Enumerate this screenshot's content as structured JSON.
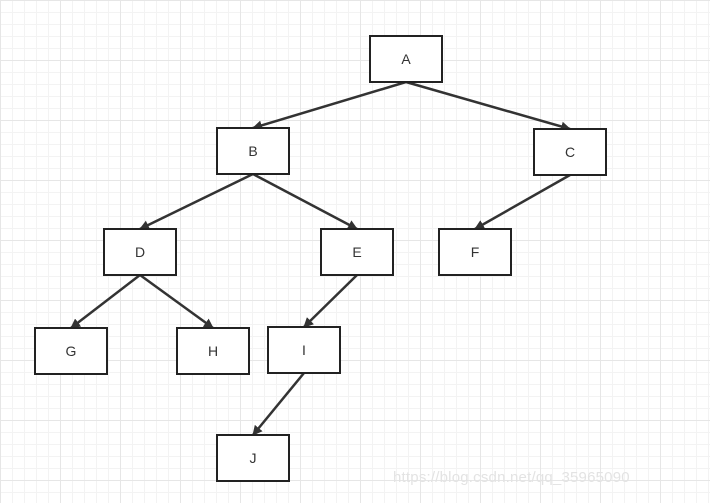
{
  "diagram": {
    "type": "binary-tree",
    "colors": {
      "node_fill": "#ffffff",
      "node_stroke": "#222222",
      "edge": "#333333",
      "label": "#333333"
    },
    "nodes": [
      {
        "id": "A",
        "label": "A"
      },
      {
        "id": "B",
        "label": "B"
      },
      {
        "id": "C",
        "label": "C"
      },
      {
        "id": "D",
        "label": "D"
      },
      {
        "id": "E",
        "label": "E"
      },
      {
        "id": "F",
        "label": "F"
      },
      {
        "id": "G",
        "label": "G"
      },
      {
        "id": "H",
        "label": "H"
      },
      {
        "id": "I",
        "label": "I"
      },
      {
        "id": "J",
        "label": "J"
      }
    ],
    "edges": [
      {
        "from": "A",
        "to": "B"
      },
      {
        "from": "A",
        "to": "C"
      },
      {
        "from": "B",
        "to": "D"
      },
      {
        "from": "B",
        "to": "E"
      },
      {
        "from": "C",
        "to": "F"
      },
      {
        "from": "D",
        "to": "G"
      },
      {
        "from": "D",
        "to": "H"
      },
      {
        "from": "E",
        "to": "I"
      },
      {
        "from": "I",
        "to": "J"
      }
    ]
  },
  "watermark": "https://blog.csdn.net/qq_35965090"
}
